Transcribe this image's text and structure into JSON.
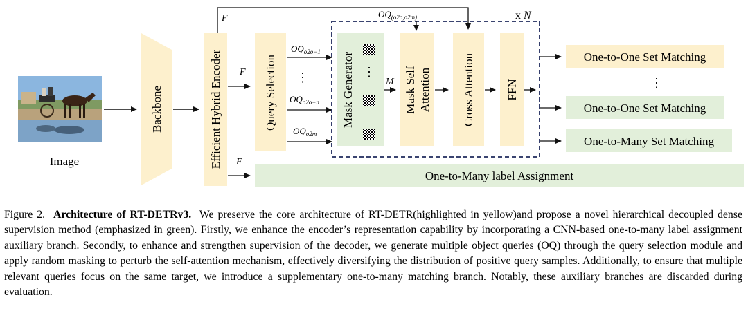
{
  "diagram": {
    "image_label": "Image",
    "backbone_label": "Backbone",
    "encoder_label": "Efficient Hybrid Encoder",
    "query_selection_label": "Query Selection",
    "mask_generator_label": "Mask Generator",
    "mask_self_attention_line1": "Mask Self",
    "mask_self_attention_line2": "Attention",
    "cross_attention_label": "Cross Attention",
    "ffn_label": "FFN",
    "repeat_label": "x N",
    "f_label": "F",
    "m_label": "M",
    "oq_top_label": "OQ(o2o,o2m)",
    "oq_o2o_1": "OQo2o−1",
    "oq_o2o_n": "OQo2o−n",
    "oq_o2m": "OQo2m",
    "vdots": "⋮",
    "outputs": [
      "One-to-One Set Matching",
      "One-to-One Set Matching",
      "One-to-Many Set Matching"
    ],
    "one_to_many_assignment": "One-to-Many label Assignment",
    "colors": {
      "yellow": "#fdf0cd",
      "green": "#e2efda",
      "dashed_border": "#1f2a5c",
      "arrow": "#111111"
    }
  },
  "caption": {
    "figure_number": "Figure 2.",
    "title": "Architecture of RT-DETRv3.",
    "text": "We preserve the core architecture of RT-DETR(highlighted in yellow)and propose a novel hierarchical decoupled dense supervision method (emphasized in green). Firstly, we enhance the encoder’s representation capability by incorporating a CNN-based one-to-many label assignment auxiliary branch. Secondly, to enhance and strengthen supervision of the decoder, we generate multiple object queries (OQ) through the query selection module and apply random masking to perturb the self-attention mechanism, effectively diversifying the distribution of positive query samples. Additionally, to ensure that multiple relevant queries focus on the same target, we introduce a supplementary one-to-many matching branch. Notably, these auxiliary branches are discarded during evaluation."
  }
}
